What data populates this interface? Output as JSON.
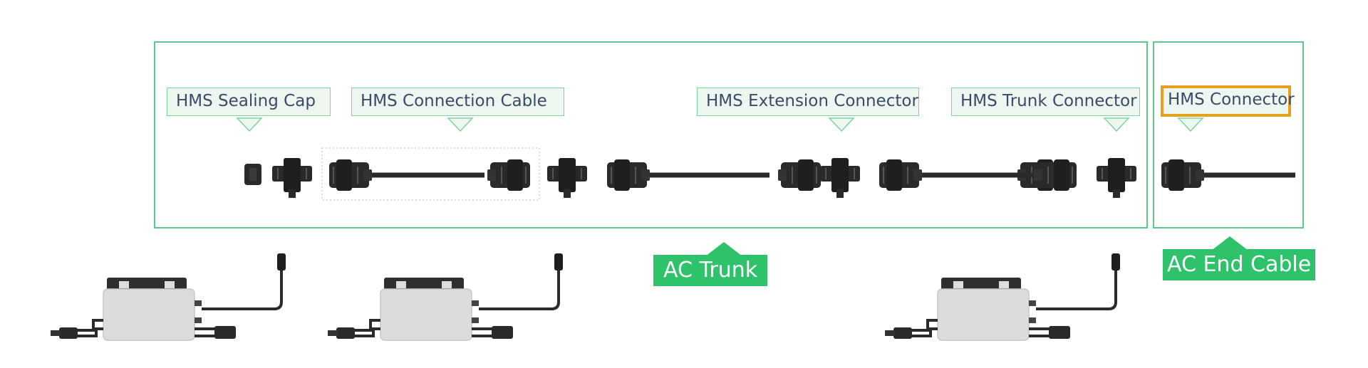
{
  "labels": {
    "sealing_cap": "HMS Sealing Cap",
    "connection_cable": "HMS Connection Cable",
    "extension_connector": "HMS Extension Connector",
    "trunk_connector": "HMS Trunk Connector",
    "hms_connector": "HMS Connector"
  },
  "tags": {
    "ac_trunk": "AC Trunk",
    "ac_end_cable": "AC End Cable"
  },
  "colors": {
    "frame": "#5cc98a",
    "tag_bg": "#2ec26a",
    "highlight": "#e6a020",
    "cable": "#2b2b2b"
  }
}
